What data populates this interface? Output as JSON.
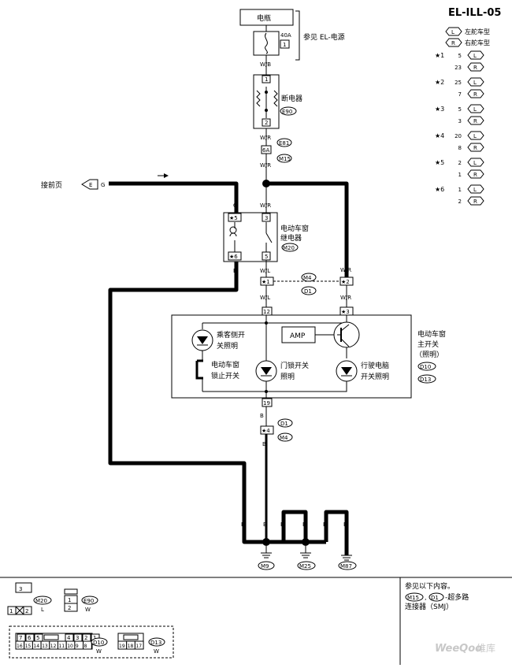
{
  "page_id": "EL-ILL-05",
  "legend": {
    "L_code": "L",
    "L_text": "左舵车型",
    "R_code": "R",
    "R_text": "右舵车型",
    "rows": [
      {
        "star": "★1",
        "l_pin": "5",
        "r_pin": "23"
      },
      {
        "star": "★2",
        "l_pin": "25",
        "r_pin": "7"
      },
      {
        "star": "★3",
        "l_pin": "5",
        "r_pin": "3"
      },
      {
        "star": "★4",
        "l_pin": "20",
        "r_pin": "8"
      },
      {
        "star": "★5",
        "l_pin": "2",
        "r_pin": "1"
      },
      {
        "star": "★6",
        "l_pin": "1",
        "r_pin": "2"
      }
    ]
  },
  "battery": {
    "label": "电瓶",
    "fuse_amp": "40A",
    "fuse_no": "1",
    "ref": "参见 EL-电源"
  },
  "breaker": {
    "label": "断电器",
    "connector": "E90",
    "pin_top": "1",
    "pin_bottom": "2"
  },
  "wires": {
    "wb": "W/B",
    "wr": "W/R",
    "wl": "W/L",
    "g": "G",
    "b": "B"
  },
  "connectors": {
    "e81": "E81",
    "m15": "M15",
    "pin_6a": "6A",
    "m4": "M4",
    "d1": "D1",
    "m20": "M20",
    "d10": "D10",
    "d13": "D13",
    "m9": "M9",
    "m25": "M25",
    "m87": "M87"
  },
  "left_ref": {
    "text": "接前页",
    "code": "E",
    "wire": "G"
  },
  "relay": {
    "label_1": "电动车窗",
    "label_2": "继电器",
    "pins": {
      "p5": "★5",
      "p3": "3",
      "p6": "★6",
      "p5b": "5"
    }
  },
  "joints": {
    "j1": "★1",
    "j2": "★2",
    "j3": "★3",
    "j4": "★4",
    "p12": "12",
    "p19": "19"
  },
  "switch": {
    "label_1": "电动车窗",
    "label_2": "主开关",
    "label_3": "（照明）",
    "amp": "AMP",
    "passenger_1": "乘客侧开",
    "passenger_2": "关照明",
    "lock_1": "电动车窗",
    "lock_2": "锁止开关",
    "door_1": "门锁开关",
    "door_2": "照明",
    "driver_1": "行驶电脑",
    "driver_2": "开关照明"
  },
  "bottom_left": {
    "c1_pins": [
      "3",
      "1",
      "2"
    ],
    "c1_code": "M20",
    "c1_sub": "L",
    "c2_pins": [
      "1",
      "2"
    ],
    "c2_code": "E90",
    "c2_sub": "W",
    "c3_row1": [
      "7",
      "6",
      "5",
      "4",
      "3",
      "2",
      "1"
    ],
    "c3_row2": [
      "16",
      "15",
      "14",
      "13",
      "12",
      "11",
      "10",
      "9",
      "8"
    ],
    "c3_code": "D10",
    "c3_sub": "W",
    "c4_row2": [
      "19",
      "18",
      "17"
    ],
    "c4_code": "D13",
    "c4_sub": "W"
  },
  "bottom_right": {
    "line1": "参见以下内容。",
    "code1": "M15",
    "code2": "D1",
    "suffix": "-超多路",
    "line3": "连接器（SMJ）"
  },
  "watermark": {
    "brand": "WeeQoo",
    "cn": "维库"
  }
}
